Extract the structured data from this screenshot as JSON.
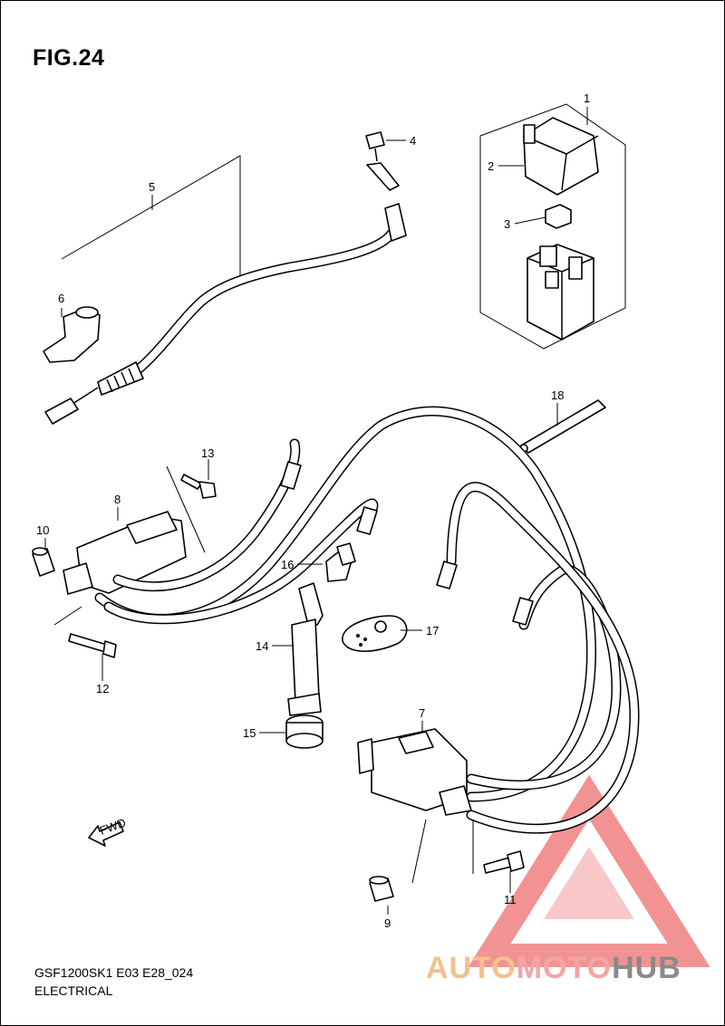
{
  "figure": {
    "title": "FIG.24",
    "model_code": "GSF1200SK1 E03 E28_024",
    "section": "ELECTRICAL"
  },
  "callouts": [
    {
      "id": "1",
      "label": "1"
    },
    {
      "id": "2",
      "label": "2"
    },
    {
      "id": "3",
      "label": "3"
    },
    {
      "id": "4",
      "label": "4"
    },
    {
      "id": "5",
      "label": "5"
    },
    {
      "id": "6",
      "label": "6"
    },
    {
      "id": "7",
      "label": "7"
    },
    {
      "id": "8",
      "label": "8"
    },
    {
      "id": "9",
      "label": "9"
    },
    {
      "id": "10",
      "label": "10"
    },
    {
      "id": "11",
      "label": "11"
    },
    {
      "id": "12",
      "label": "12"
    },
    {
      "id": "13",
      "label": "13"
    },
    {
      "id": "14",
      "label": "14"
    },
    {
      "id": "15",
      "label": "15"
    },
    {
      "id": "16",
      "label": "16"
    },
    {
      "id": "17",
      "label": "17"
    },
    {
      "id": "18",
      "label": "18"
    }
  ],
  "fwd_marker": "FWD",
  "watermark": {
    "part1": "AUTO",
    "part2": "MOTO",
    "part3": "HUB",
    "colors": {
      "part1": "#f5c08c",
      "part2": "#f4a5a5",
      "part3": "#8a8a8a",
      "triangle": "#f08080"
    }
  }
}
